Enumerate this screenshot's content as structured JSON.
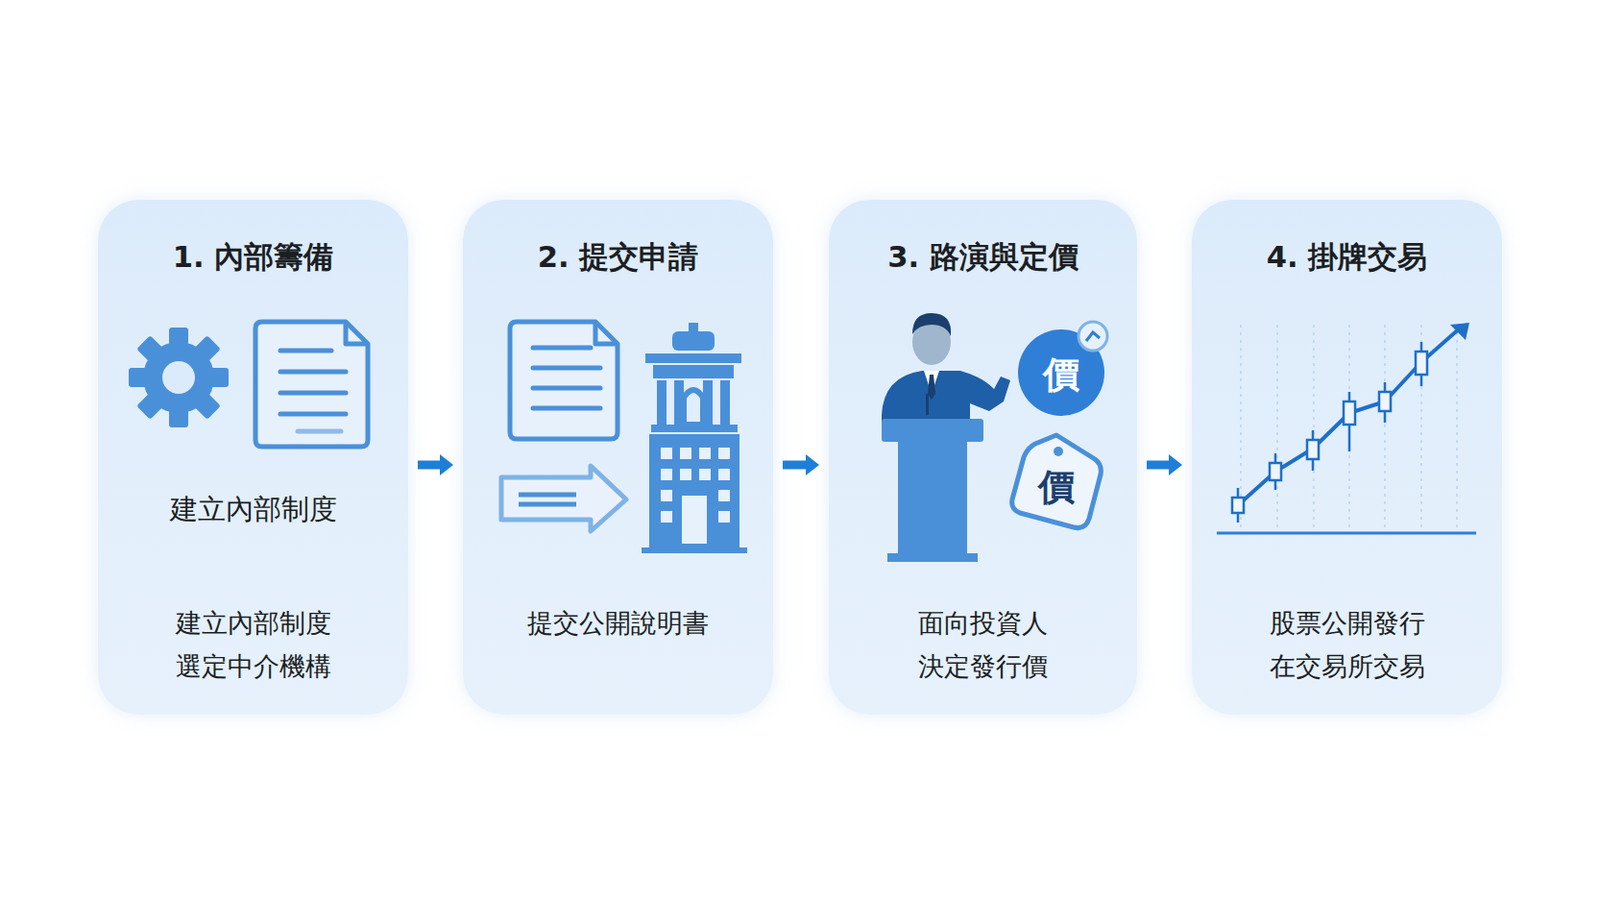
{
  "diagram": {
    "nodes": [
      {
        "text": [
          "1. 內部籌備",
          "建立內部制度",
          "建立內部制度 選定中介機構"
        ]
      },
      {
        "text": [
          "2. 提交申請",
          "提交公開說明書"
        ]
      },
      {
        "text": [
          "3. 路演與定價",
          "面向投資人 決定發行價"
        ]
      },
      {
        "text": [
          "4. 掛牌交易",
          "股票公開發行 在交易所交易"
        ]
      }
    ],
    "edges": [
      {
        "from": 0,
        "to": 1,
        "arrow": "to"
      },
      {
        "from": 1,
        "to": 2,
        "arrow": "to"
      },
      {
        "from": 2,
        "to": 3,
        "arrow": "to"
      }
    ],
    "labels": [
      "價",
      "價"
    ]
  }
}
